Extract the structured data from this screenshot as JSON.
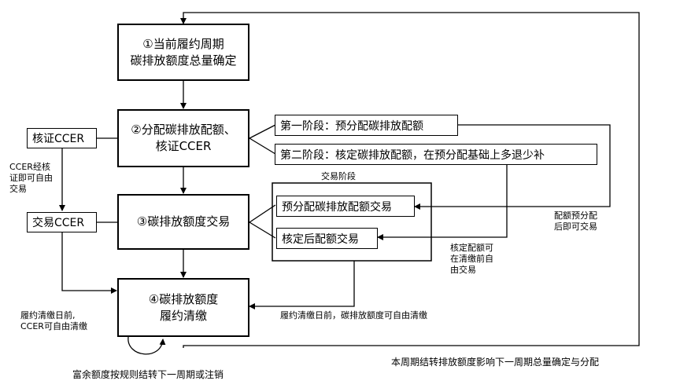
{
  "boxes": {
    "step1": [
      "①当前履约周期",
      "碳排放额度总量确定"
    ],
    "step2": [
      "②分配碳排放配额、",
      "核证CCER"
    ],
    "step3": "③碳排放额度交易",
    "step4": [
      "④碳排放额度",
      "履约清缴"
    ],
    "verify_ccer": "核证CCER",
    "trade_ccer": "交易CCER",
    "phase1": "第一阶段：预分配碳排放配额",
    "phase2": "第二阶段：核定碳排放配额，在预分配基础上多退少补",
    "trade_pre": "预分配碳排放配额交易",
    "trade_final": "核定后配额交易"
  },
  "labels": {
    "trading_phase": "交易阶段",
    "ccer_free": [
      "CCER经核",
      "证即可自由",
      "交易"
    ],
    "pre_alloc_trade": [
      "配额预分配",
      "后即可交易"
    ],
    "final_trade": [
      "核定配额可",
      "在清缴前自",
      "由交易"
    ],
    "before_deadline": [
      "履约清缴日前,",
      "CCER可自由清缴"
    ],
    "before_deadline_quota": "履约清缴日前，碳排放额度可自由清缴",
    "next_cycle": "本周期结转排放额度影响下一周期总量确定与分配",
    "surplus": "富余额度按规则结转下一周期或注销"
  }
}
